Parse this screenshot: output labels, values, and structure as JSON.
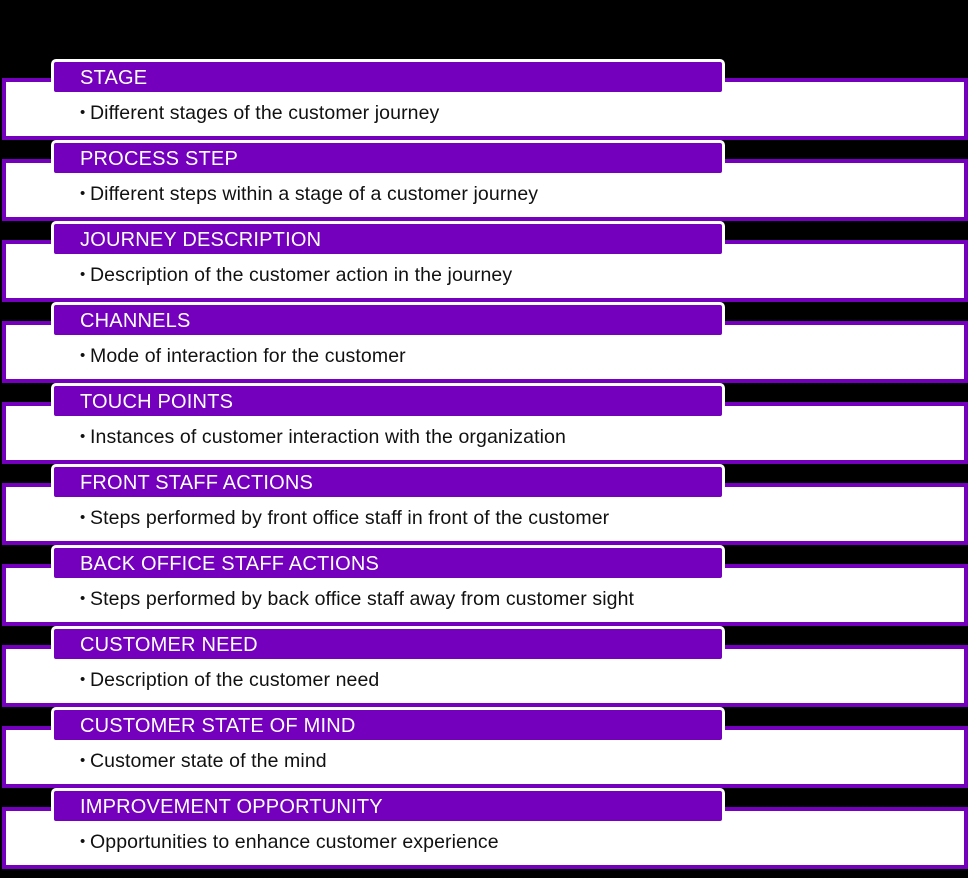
{
  "diagram": {
    "accent_color": "#7400bd",
    "background_color": "#000000",
    "rows": [
      {
        "header": "STAGE",
        "bullet": "•",
        "description": "Different stages of the customer journey"
      },
      {
        "header": "PROCESS STEP",
        "bullet": "•",
        "description": "Different steps within a stage of a customer journey"
      },
      {
        "header": "JOURNEY DESCRIPTION",
        "bullet": "•",
        "description": "Description of the customer action in the journey"
      },
      {
        "header": "CHANNELS",
        "bullet": "•",
        "description": "Mode of interaction for the customer"
      },
      {
        "header": "TOUCH POINTS",
        "bullet": "•",
        "description": "Instances of customer interaction with the organization"
      },
      {
        "header": "FRONT STAFF ACTIONS",
        "bullet": "•",
        "description": "Steps performed by front office staff in front of the customer"
      },
      {
        "header": "BACK OFFICE STAFF ACTIONS",
        "bullet": "•",
        "description": "Steps performed by back office staff away from customer sight"
      },
      {
        "header": "CUSTOMER NEED",
        "bullet": "•",
        "description": "Description of the customer need"
      },
      {
        "header": "CUSTOMER STATE OF MIND",
        "bullet": "•",
        "description": "Customer state of the mind"
      },
      {
        "header": "IMPROVEMENT OPPORTUNITY",
        "bullet": "•",
        "description": "Opportunities to enhance customer experience"
      }
    ]
  }
}
